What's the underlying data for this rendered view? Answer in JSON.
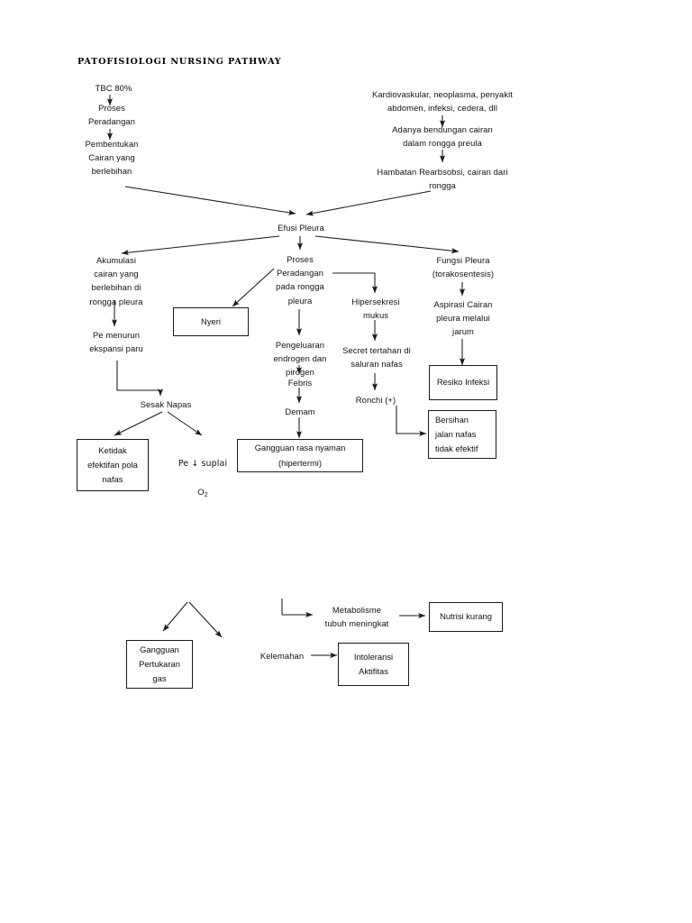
{
  "document": {
    "title": "PATOFISIOLOGI  NURSING  PATHWAY",
    "type": "flowchart",
    "page_background": "#ffffff",
    "line_color": "#1a1a1a"
  },
  "nodes": {
    "tbc": "TBC 80%",
    "proses_peradangan": "Proses\nPeradangan",
    "pembentukan_cairan": "Pembentukan\nCairan yang\nberlebihan",
    "kardiovaskular": "Kardiovaskular, neoplasma, penyakit\nabdomen, infeksi, cedera, dll",
    "bendungan_cairan": "Adanya bendungan cairan\ndalam rongga preula",
    "hambatan_rearbsobsi": "Hambatan Rearbsobsi, cairan dari\nrongga",
    "efusi_pleura": "Efusi Pleura",
    "akumulasi_cairan": "Akumulasi\ncairan yang\nberlebihan di\nrongga pleura",
    "proses_peradangan_rongga": "Proses\nPeradangan\npada rongga\npleura",
    "fungsi_pleura": "Fungsi Pleura\n(torakosentesis)",
    "pe_menurun": "Pe menurun\nekspansi paru",
    "hipersekresi": "Hipersekresi\nmukus",
    "aspirasi_cairan": "Aspirasi Cairan\npleura melalui\njarum",
    "pengeluaran": "Pengeluaran\nendrogen dan\npirogen",
    "secret_tertahan": "Secret tertahan di\nsaluran nafas",
    "febris": "Febris",
    "demam": "Demam",
    "ronchi": "Ronchi (+)",
    "sesak_napas": "Sesak Napas",
    "pe_suplai_o2_line1": "Pe ↓ suplai",
    "pe_suplai_o2_line2": "O",
    "pe_suplai_o2_sub": "2",
    "metabolisme": "Metabolisme\ntubuh meningkat",
    "kelemahan": "Kelemahan"
  },
  "boxes": {
    "nyeri": "Nyeri",
    "resiko_infeksi": "Resiko Infeksi",
    "bersihan": "Bersihan\njalan nafas\ntidak efektif",
    "ketidak_efektifan": "Ketidak\nefektifan pola\nnafas",
    "gangguan_rasa_nyaman": "Gangguan rasa nyaman\n(hipertermi)",
    "gangguan_pertukaran": "Gangguan\nPertukaran\ngas",
    "nutrisi_kurang": "Nutrisi kurang",
    "intoleransi": "Intoleransi\nAktifitas"
  }
}
